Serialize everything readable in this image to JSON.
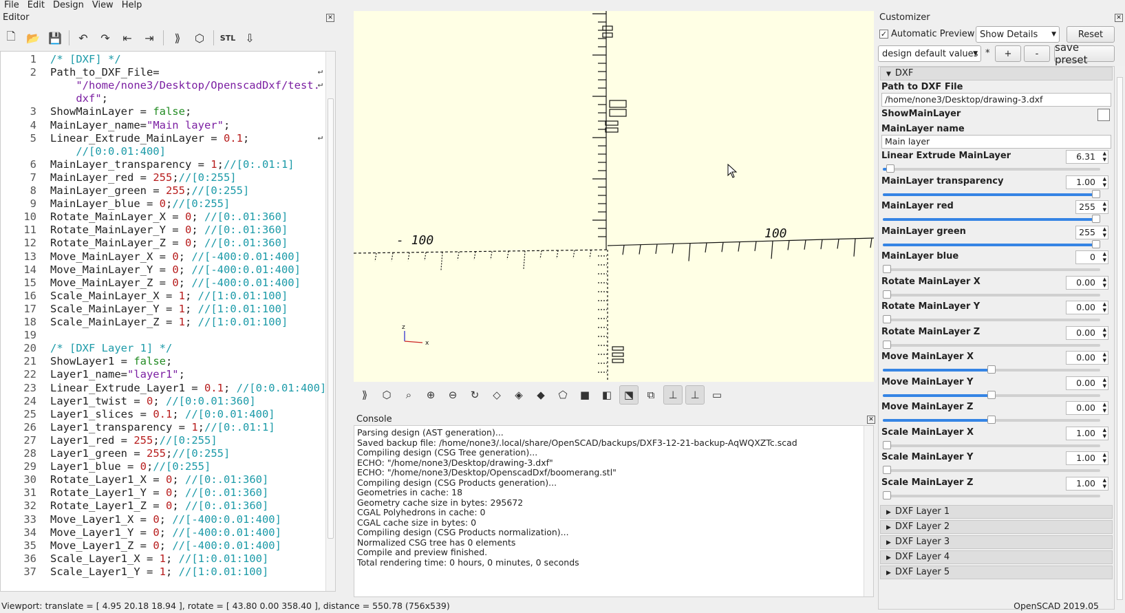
{
  "menu": [
    "File",
    "Edit",
    "Design",
    "View",
    "Help"
  ],
  "editor": {
    "title": "Editor",
    "lines": [
      {
        "n": "1",
        "html": "<span class='c-com'>/* [DXF] */</span>"
      },
      {
        "n": "2",
        "html": "Path_to_DXF_File="
      },
      {
        "n": "",
        "html": "    <span class='c-str'>\"/home/none3/Desktop/OpenscadDxf/test.</span>"
      },
      {
        "n": "",
        "html": "    <span class='c-str'>dxf\"</span>;"
      },
      {
        "n": "3",
        "html": "ShowMainLayer = <span class='c-kw'>false</span>;"
      },
      {
        "n": "4",
        "html": "MainLayer_name=<span class='c-str'>\"Main layer\"</span>;"
      },
      {
        "n": "5",
        "html": "Linear_Extrude_MainLayer = <span class='c-num'>0.1</span>;"
      },
      {
        "n": "",
        "html": "    <span class='c-com'>//[0:0.01:400]</span>"
      },
      {
        "n": "6",
        "html": "MainLayer_transparency = <span class='c-num'>1</span>;<span class='c-com'>//[0:.01:1]</span>"
      },
      {
        "n": "7",
        "html": "MainLayer_red = <span class='c-num'>255</span>;<span class='c-com'>//[0:255]</span>"
      },
      {
        "n": "8",
        "html": "MainLayer_green = <span class='c-num'>255</span>;<span class='c-com'>//[0:255]</span>"
      },
      {
        "n": "9",
        "html": "MainLayer_blue = <span class='c-num'>0</span>;<span class='c-com'>//[0:255]</span>"
      },
      {
        "n": "10",
        "html": "Rotate_MainLayer_X = <span class='c-num'>0</span>; <span class='c-com'>//[0:.01:360]</span>"
      },
      {
        "n": "11",
        "html": "Rotate_MainLayer_Y = <span class='c-num'>0</span>; <span class='c-com'>//[0:.01:360]</span>"
      },
      {
        "n": "12",
        "html": "Rotate_MainLayer_Z = <span class='c-num'>0</span>; <span class='c-com'>//[0:.01:360]</span>"
      },
      {
        "n": "13",
        "html": "Move_MainLayer_X = <span class='c-num'>0</span>; <span class='c-com'>//[-400:0.01:400]</span>"
      },
      {
        "n": "14",
        "html": "Move_MainLayer_Y = <span class='c-num'>0</span>; <span class='c-com'>//[-400:0.01:400]</span>"
      },
      {
        "n": "15",
        "html": "Move_MainLayer_Z = <span class='c-num'>0</span>; <span class='c-com'>//[-400:0.01:400]</span>"
      },
      {
        "n": "16",
        "html": "Scale_MainLayer_X = <span class='c-num'>1</span>; <span class='c-com'>//[1:0.01:100]</span>"
      },
      {
        "n": "17",
        "html": "Scale_MainLayer_Y = <span class='c-num'>1</span>; <span class='c-com'>//[1:0.01:100]</span>"
      },
      {
        "n": "18",
        "html": "Scale_MainLayer_Z = <span class='c-num'>1</span>; <span class='c-com'>//[1:0.01:100]</span>"
      },
      {
        "n": "19",
        "html": ""
      },
      {
        "n": "20",
        "html": "<span class='c-com'>/* [DXF Layer 1] */</span>"
      },
      {
        "n": "21",
        "html": "ShowLayer1 = <span class='c-kw'>false</span>;"
      },
      {
        "n": "22",
        "html": "Layer1_name=<span class='c-str'>\"layer1\"</span>;"
      },
      {
        "n": "23",
        "html": "Linear_Extrude_Layer1 = <span class='c-num'>0.1</span>; <span class='c-com'>//[0:0.01:400]</span>"
      },
      {
        "n": "24",
        "html": "Layer1_twist = <span class='c-num'>0</span>; <span class='c-com'>//[0:0.01:360]</span>"
      },
      {
        "n": "25",
        "html": "Layer1_slices = <span class='c-num'>0.1</span>; <span class='c-com'>//[0:0.01:400]</span>"
      },
      {
        "n": "26",
        "html": "Layer1_transparency = <span class='c-num'>1</span>;<span class='c-com'>//[0:.01:1]</span>"
      },
      {
        "n": "27",
        "html": "Layer1_red = <span class='c-num'>255</span>;<span class='c-com'>//[0:255]</span>"
      },
      {
        "n": "28",
        "html": "Layer1_green = <span class='c-num'>255</span>;<span class='c-com'>//[0:255]</span>"
      },
      {
        "n": "29",
        "html": "Layer1_blue = <span class='c-num'>0</span>;<span class='c-com'>//[0:255]</span>"
      },
      {
        "n": "30",
        "html": "Rotate_Layer1_X = <span class='c-num'>0</span>; <span class='c-com'>//[0:.01:360]</span>"
      },
      {
        "n": "31",
        "html": "Rotate_Layer1_Y = <span class='c-num'>0</span>; <span class='c-com'>//[0:.01:360]</span>"
      },
      {
        "n": "32",
        "html": "Rotate_Layer1_Z = <span class='c-num'>0</span>; <span class='c-com'>//[0:.01:360]</span>"
      },
      {
        "n": "33",
        "html": "Move_Layer1_X = <span class='c-num'>0</span>; <span class='c-com'>//[-400:0.01:400]</span>"
      },
      {
        "n": "34",
        "html": "Move_Layer1_Y = <span class='c-num'>0</span>; <span class='c-com'>//[-400:0.01:400]</span>"
      },
      {
        "n": "35",
        "html": "Move_Layer1_Z = <span class='c-num'>0</span>; <span class='c-com'>//[-400:0.01:400]</span>"
      },
      {
        "n": "36",
        "html": "Scale_Layer1_X = <span class='c-num'>1</span>; <span class='c-com'>//[1:0.01:100]</span>"
      },
      {
        "n": "37",
        "html": "Scale_Layer1_Y = <span class='c-num'>1</span>; <span class='c-com'>//[1:0.01:100]</span>"
      }
    ]
  },
  "viewport": {
    "label_neg": "- 100",
    "label_pos": "100",
    "axis_z": "z",
    "axis_x": "x",
    "background": "#ffffe5"
  },
  "console": {
    "title": "Console",
    "lines": [
      "Parsing design (AST generation)...",
      "Saved backup file: /home/none3/.local/share/OpenSCAD/backups/DXF3-12-21-backup-AqWQXZTc.scad",
      "Compiling design (CSG Tree generation)...",
      "ECHO: \"/home/none3/Desktop/drawing-3.dxf\"",
      "ECHO: \"/home/none3/Desktop/OpenscadDxf/boomerang.stl\"",
      "Compiling design (CSG Products generation)...",
      "Geometries in cache: 18",
      "Geometry cache size in bytes: 295672",
      "CGAL Polyhedrons in cache: 0",
      "CGAL cache size in bytes: 0",
      "Compiling design (CSG Products normalization)...",
      "Normalized CSG tree has 0 elements",
      "Compile and preview finished.",
      "Total rendering time: 0 hours, 0 minutes, 0 seconds"
    ]
  },
  "customizer": {
    "title": "Customizer",
    "auto_preview_label": "Automatic Preview",
    "show_details": "Show Details",
    "reset": "Reset",
    "preset_value": "design default values",
    "preset_star": "*",
    "plus": "+",
    "minus": "-",
    "save_preset": "save preset",
    "section_dxf": "DXF",
    "params": [
      {
        "label": "Path to DXF File",
        "type": "text",
        "value": "/home/none3/Desktop/drawing-3.dxf"
      },
      {
        "label": "ShowMainLayer",
        "type": "check",
        "value": ""
      },
      {
        "label": "MainLayer name",
        "type": "text",
        "value": "Main layer"
      },
      {
        "label": "Linear Extrude MainLayer",
        "type": "slider",
        "value": "6.31",
        "fraction": 0.016
      },
      {
        "label": "MainLayer transparency",
        "type": "slider",
        "value": "1.00",
        "fraction": 1.0
      },
      {
        "label": "MainLayer red",
        "type": "slider",
        "value": "255",
        "fraction": 1.0
      },
      {
        "label": "MainLayer green",
        "type": "slider",
        "value": "255",
        "fraction": 1.0
      },
      {
        "label": "MainLayer blue",
        "type": "slider",
        "value": "0",
        "fraction": 0.0
      },
      {
        "label": "Rotate MainLayer X",
        "type": "slider",
        "value": "0.00",
        "fraction": 0.0
      },
      {
        "label": "Rotate MainLayer Y",
        "type": "slider",
        "value": "0.00",
        "fraction": 0.0
      },
      {
        "label": "Rotate MainLayer Z",
        "type": "slider",
        "value": "0.00",
        "fraction": 0.0
      },
      {
        "label": "Move MainLayer X",
        "type": "slider",
        "value": "0.00",
        "fraction": 0.5
      },
      {
        "label": "Move MainLayer Y",
        "type": "slider",
        "value": "0.00",
        "fraction": 0.5
      },
      {
        "label": "Move MainLayer Z",
        "type": "slider",
        "value": "0.00",
        "fraction": 0.5
      },
      {
        "label": "Scale MainLayer X",
        "type": "slider",
        "value": "1.00",
        "fraction": 0.0
      },
      {
        "label": "Scale MainLayer Y",
        "type": "slider",
        "value": "1.00",
        "fraction": 0.0
      },
      {
        "label": "Scale MainLayer Z",
        "type": "slider",
        "value": "1.00",
        "fraction": 0.0
      }
    ],
    "collapsed_sections": [
      "DXF Layer 1",
      "DXF Layer 2",
      "DXF Layer 3",
      "DXF Layer 4",
      "DXF Layer 5"
    ]
  },
  "status": {
    "viewport_info": "Viewport: translate = [ 4.95 20.18 18.94 ], rotate = [ 43.80 0.00 358.40 ], distance = 550.78 (756x539)",
    "version": "OpenSCAD 2019.05"
  }
}
